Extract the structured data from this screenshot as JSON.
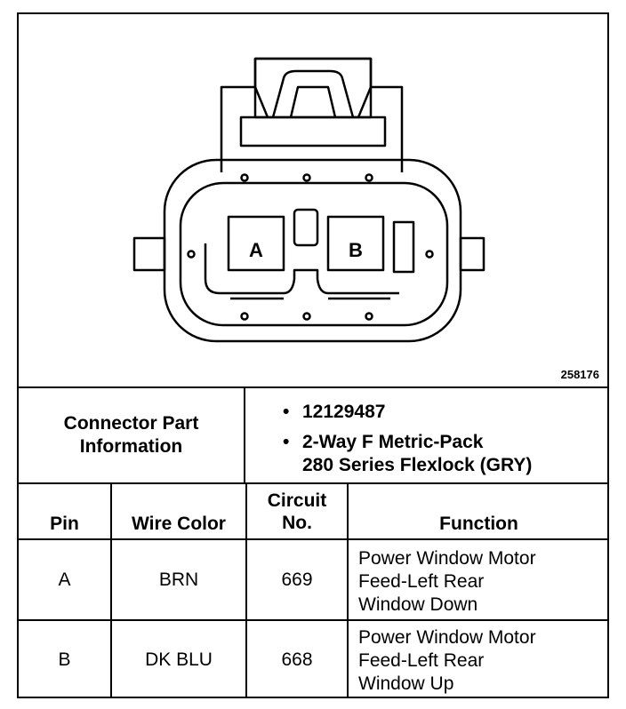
{
  "figure_id": "258176",
  "connector": {
    "pin_labels": [
      "A",
      "B"
    ]
  },
  "part_info": {
    "label_line1": "Connector Part",
    "label_line2": "Information",
    "items": [
      {
        "line1": "12129487",
        "line2": ""
      },
      {
        "line1": "2-Way F Metric-Pack",
        "line2": "280 Series Flexlock (GRY)"
      }
    ]
  },
  "table": {
    "headers": {
      "pin": "Pin",
      "wire_color": "Wire Color",
      "circuit_line1": "Circuit",
      "circuit_line2": "No.",
      "function": "Function"
    },
    "rows": [
      {
        "pin": "A",
        "wire_color": "BRN",
        "circuit": "669",
        "function": [
          "Power Window Motor",
          "Feed-Left Rear",
          "Window Down"
        ]
      },
      {
        "pin": "B",
        "wire_color": "DK BLU",
        "circuit": "668",
        "function": [
          "Power Window Motor",
          "Feed-Left Rear",
          "Window Up"
        ]
      }
    ]
  }
}
